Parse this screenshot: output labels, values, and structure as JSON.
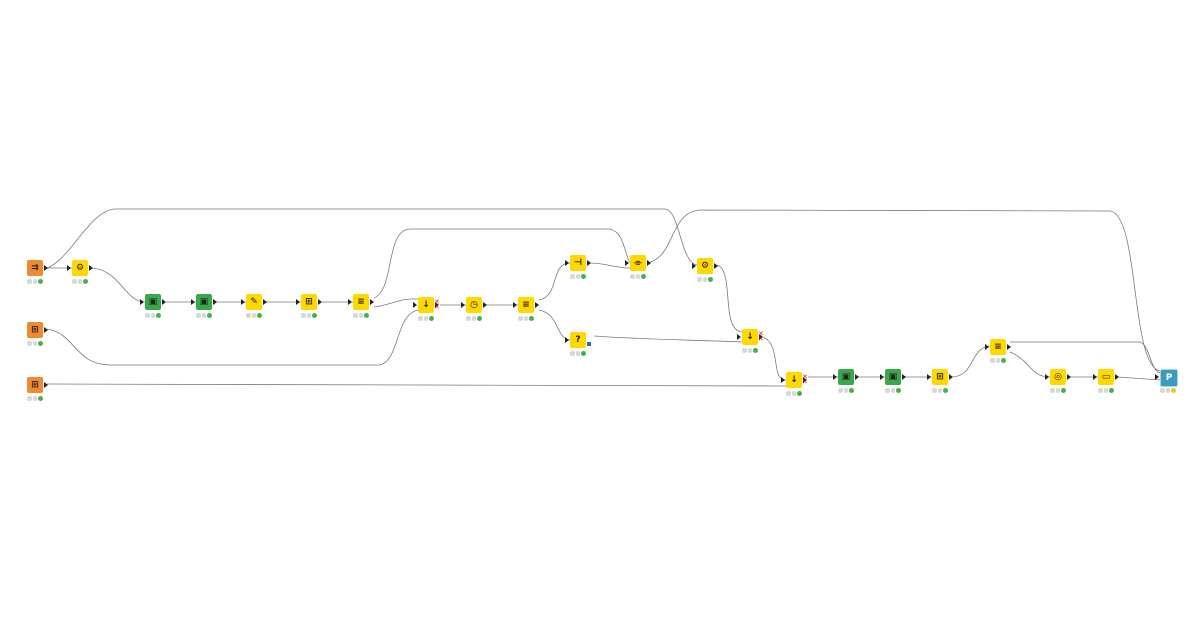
{
  "workflow": {
    "colors": {
      "source": "#f08a30",
      "manipulator": "#ffd800",
      "learner": "#3aa84a",
      "sink": "#3b9bbf",
      "wire": "#7a7a7a",
      "status_ok": "#46b04a",
      "status_idle": "#d8d8d8"
    },
    "nodes": [
      {
        "id": "n1",
        "kind": "source",
        "icon": "table-reader-icon",
        "glyph": "⇉",
        "status": "ok"
      },
      {
        "id": "n2",
        "kind": "manipulator",
        "icon": "column-filter-icon",
        "glyph": "⚙",
        "status": "ok"
      },
      {
        "id": "n3",
        "kind": "learner",
        "icon": "learner-icon",
        "glyph": "▣",
        "status": "ok"
      },
      {
        "id": "n4",
        "kind": "learner",
        "icon": "predictor-icon",
        "glyph": "▣",
        "status": "ok"
      },
      {
        "id": "n5",
        "kind": "manipulator",
        "icon": "rule-engine-icon",
        "glyph": "✎",
        "status": "ok"
      },
      {
        "id": "n6",
        "kind": "manipulator",
        "icon": "column-splitter-icon",
        "glyph": "⊞",
        "status": "ok"
      },
      {
        "id": "n7",
        "kind": "manipulator",
        "icon": "sorter-icon",
        "glyph": "≡",
        "status": "ok"
      },
      {
        "id": "n8",
        "kind": "manipulator",
        "icon": "joiner-icon",
        "glyph": "↓",
        "status": "ok"
      },
      {
        "id": "n9",
        "kind": "manipulator",
        "icon": "timer-icon",
        "glyph": "◷",
        "status": "ok"
      },
      {
        "id": "n10",
        "kind": "manipulator",
        "icon": "row-splitter-icon",
        "glyph": "≡",
        "status": "ok"
      },
      {
        "id": "n11",
        "kind": "manipulator",
        "icon": "column-appender-icon",
        "glyph": "⊣",
        "status": "ok"
      },
      {
        "id": "n12",
        "kind": "manipulator",
        "icon": "row-filter-icon",
        "glyph": "⌯",
        "status": "ok"
      },
      {
        "id": "n13",
        "kind": "manipulator",
        "icon": "missing-value-icon",
        "glyph": "?",
        "status": "ok"
      },
      {
        "id": "n14",
        "kind": "manipulator",
        "icon": "column-filter-icon",
        "glyph": "⚙",
        "status": "ok"
      },
      {
        "id": "n15",
        "kind": "manipulator",
        "icon": "joiner-icon",
        "glyph": "↓",
        "status": "ok"
      },
      {
        "id": "n16",
        "kind": "source",
        "icon": "csv-reader-icon",
        "glyph": "⊞",
        "status": "ok"
      },
      {
        "id": "n17",
        "kind": "source",
        "icon": "csv-reader-icon",
        "glyph": "⊞",
        "status": "ok"
      },
      {
        "id": "n18",
        "kind": "manipulator",
        "icon": "joiner-icon",
        "glyph": "↓",
        "status": "ok"
      },
      {
        "id": "n19",
        "kind": "learner",
        "icon": "learner-icon",
        "glyph": "▣",
        "status": "ok"
      },
      {
        "id": "n20",
        "kind": "learner",
        "icon": "predictor-icon",
        "glyph": "▣",
        "status": "ok"
      },
      {
        "id": "n21",
        "kind": "manipulator",
        "icon": "column-splitter-icon",
        "glyph": "⊞",
        "status": "ok"
      },
      {
        "id": "n22",
        "kind": "manipulator",
        "icon": "row-splitter-icon",
        "glyph": "≡",
        "status": "ok"
      },
      {
        "id": "n23",
        "kind": "manipulator",
        "icon": "scorer-icon",
        "glyph": "◎",
        "status": "ok"
      },
      {
        "id": "n24",
        "kind": "manipulator",
        "icon": "table-writer-icon",
        "glyph": "▭",
        "status": "ok"
      },
      {
        "id": "n25",
        "kind": "sink",
        "icon": "report-icon",
        "glyph": "P",
        "status": "warn"
      }
    ]
  }
}
